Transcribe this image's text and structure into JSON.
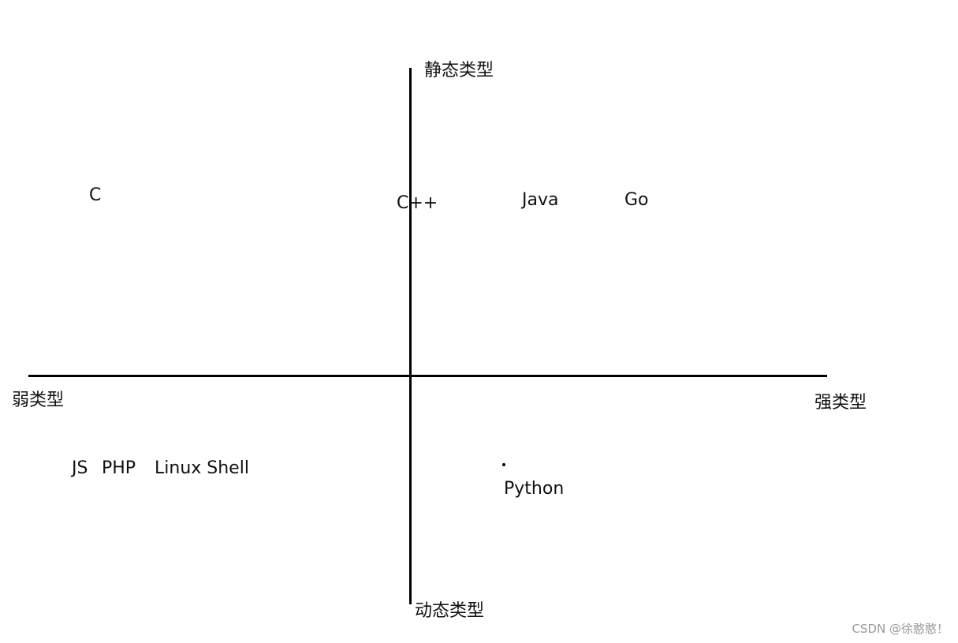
{
  "axes": {
    "top_label": "静态类型",
    "bottom_label": "动态类型",
    "left_label": "弱类型",
    "right_label": "强类型"
  },
  "languages": [
    {
      "name": "C",
      "typing": "weak",
      "checking": "static"
    },
    {
      "name": "C++",
      "typing": "neutral",
      "checking": "static"
    },
    {
      "name": "Java",
      "typing": "strong",
      "checking": "static"
    },
    {
      "name": "Go",
      "typing": "strong",
      "checking": "static"
    },
    {
      "name": "JS",
      "typing": "weak",
      "checking": "dynamic"
    },
    {
      "name": "PHP",
      "typing": "weak",
      "checking": "dynamic"
    },
    {
      "name": "Linux Shell",
      "typing": "weak",
      "checking": "dynamic"
    },
    {
      "name": "Python",
      "typing": "strong",
      "checking": "dynamic"
    }
  ],
  "watermark": "CSDN @徐憨憨！"
}
